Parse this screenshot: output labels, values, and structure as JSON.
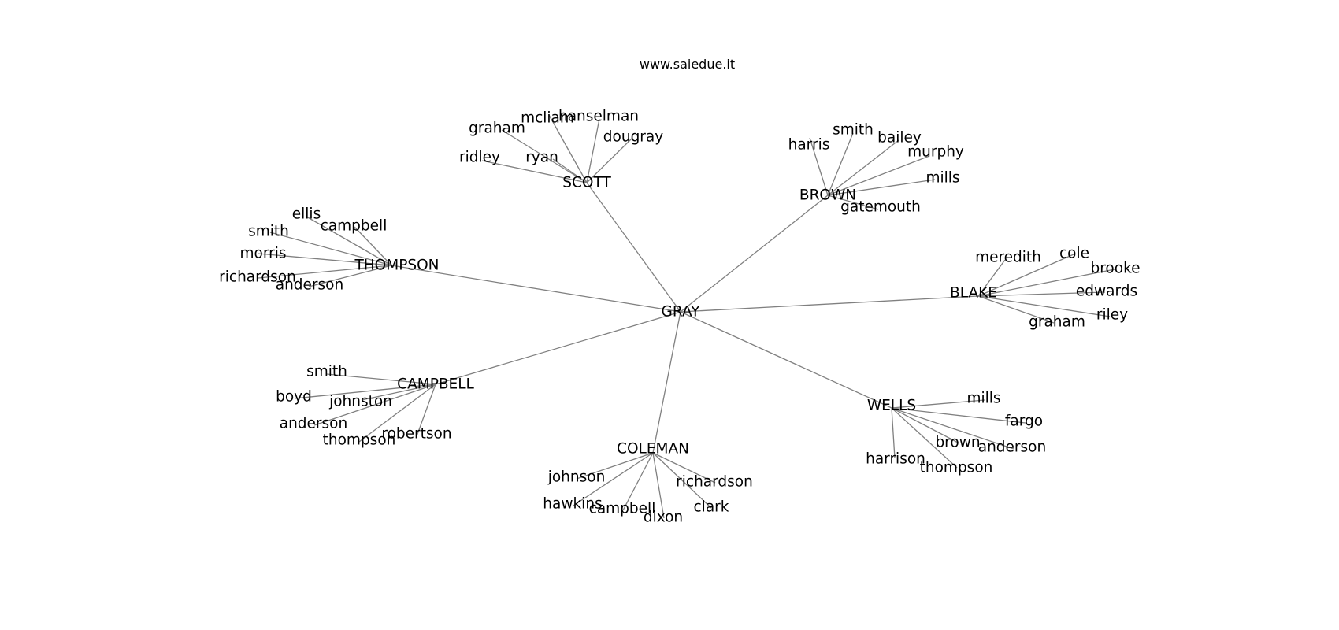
{
  "title": "www.saiedue.it",
  "root": "GRAY",
  "families": [
    {
      "name": "SCOTT",
      "members": [
        "ridley",
        "graham",
        "mcliam",
        "hanselman",
        "dougray",
        "ryan"
      ]
    },
    {
      "name": "BROWN",
      "members": [
        "harris",
        "smith",
        "bailey",
        "murphy",
        "mills",
        "gatemouth"
      ]
    },
    {
      "name": "THOMPSON",
      "members": [
        "ellis",
        "campbell",
        "smith",
        "morris",
        "richardson",
        "anderson"
      ]
    },
    {
      "name": "BLAKE",
      "members": [
        "meredith",
        "cole",
        "brooke",
        "edwards",
        "riley",
        "graham"
      ]
    },
    {
      "name": "CAMPBELL",
      "members": [
        "smith",
        "boyd",
        "johnston",
        "anderson",
        "thompson",
        "robertson"
      ]
    },
    {
      "name": "WELLS",
      "members": [
        "mills",
        "fargo",
        "brown",
        "anderson",
        "harrison",
        "thompson"
      ]
    },
    {
      "name": "COLEMAN",
      "members": [
        "johnson",
        "hawkins",
        "campbell",
        "dixon",
        "richardson",
        "clark"
      ]
    }
  ]
}
